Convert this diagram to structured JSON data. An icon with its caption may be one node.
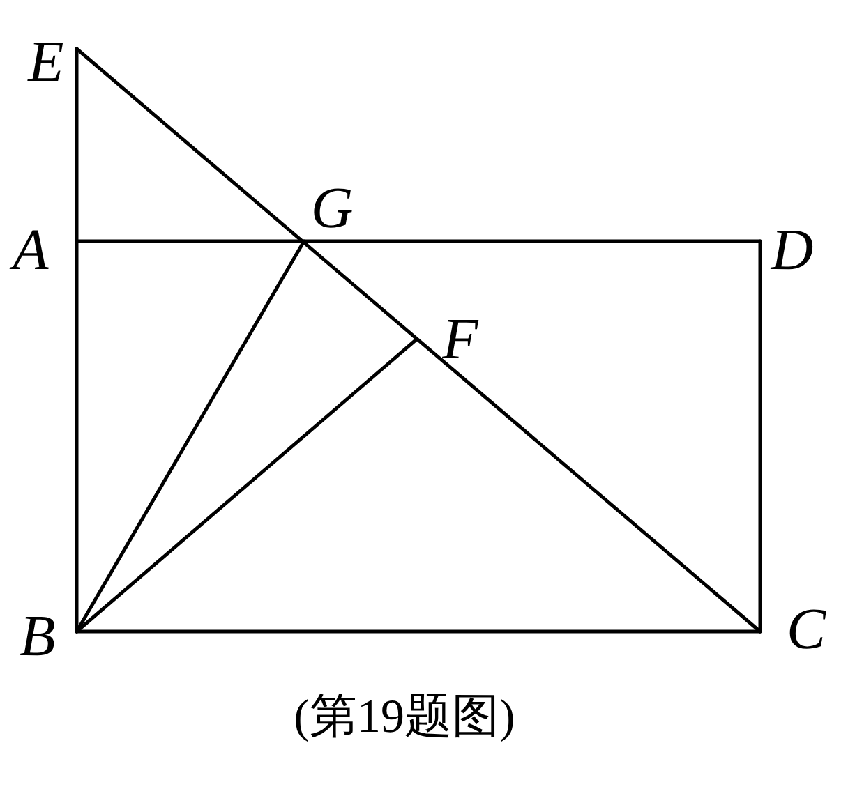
{
  "diagram": {
    "caption": "(第19题图)",
    "labels": [
      "E",
      "G",
      "A",
      "D",
      "F",
      "B",
      "C"
    ]
  }
}
